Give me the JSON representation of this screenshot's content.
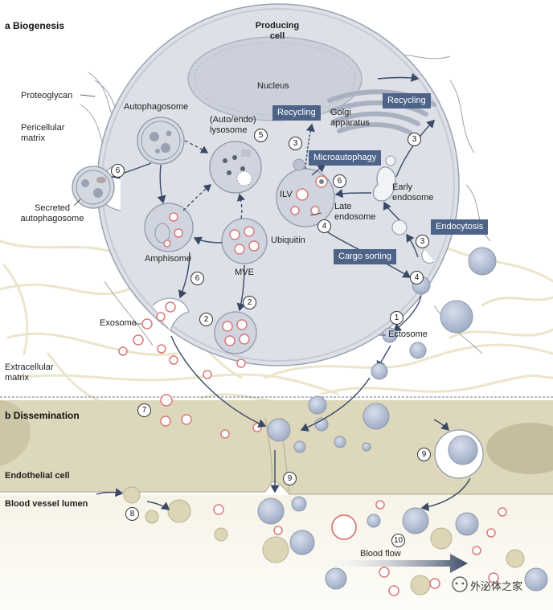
{
  "panels": {
    "a_letter": "a",
    "a_title": "Biogenesis",
    "b_letter": "b",
    "b_title": "Dissemination"
  },
  "labels": {
    "producing_cell": "Producing cell",
    "nucleus": "Nucleus",
    "golgi": "Golgi apparatus",
    "proteoglycan": "Proteoglycan",
    "pericellular_matrix": "Pericellular matrix",
    "autophagosome": "Autophagosome",
    "lysosome": "(Auto/endo) lysosome",
    "secreted_autophagosome": "Secreted autophagosome",
    "amphisome": "Amphisome",
    "mve": "MVE",
    "ubiquitin": "Ubiquitin",
    "ilv": "ILV",
    "late_endosome": "Late endosome",
    "early_endosome": "Early endosome",
    "exosome": "Exosome",
    "ectosome": "Ectosome",
    "extracellular_matrix": "Extracellular matrix",
    "endothelial_cell": "Endothelial cell",
    "blood_vessel_lumen": "Blood vessel lumen",
    "blood_flow": "Blood flow"
  },
  "tags": {
    "recycling_left": "Recycling",
    "recycling_right": "Recycling",
    "microautophagy": "Microautophagy",
    "endocytosis": "Endocytosis",
    "cargo_sorting": "Cargo sorting"
  },
  "step_numbers": [
    "1",
    "2",
    "3",
    "3",
    "3",
    "4",
    "4",
    "5",
    "6",
    "6",
    "6",
    "7",
    "8",
    "9",
    "9",
    "10"
  ],
  "watermark": "外泌体之家",
  "colors": {
    "cell_fill": "#dde0e7",
    "vesicle_fill": "#a9b5cc",
    "vesicle_ring": "#d97a7a",
    "tag_fill": "#4d6387",
    "arrow": "#3a4a66",
    "endothelial": "#ddd7bb",
    "fiber": "#e8e2c8"
  }
}
